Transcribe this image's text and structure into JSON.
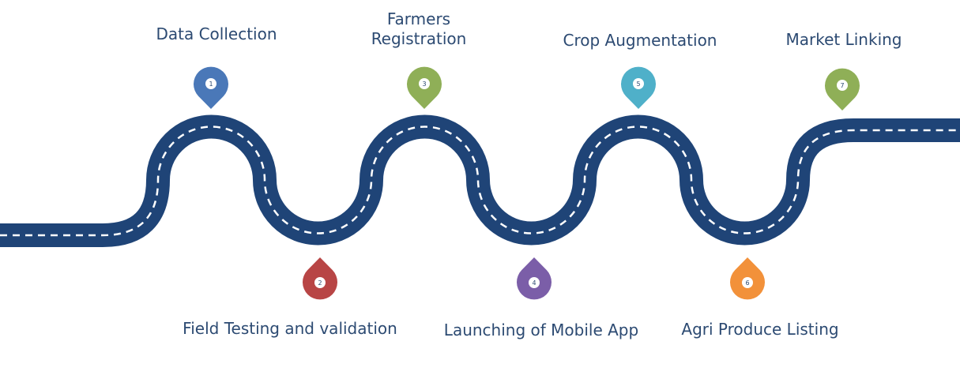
{
  "road": {
    "color": "#1f4477",
    "dash_color": "#ffffff"
  },
  "steps": [
    {
      "number": "1",
      "label_lines": [
        "Data Collection"
      ],
      "color": "#4a78b8"
    },
    {
      "number": "2",
      "label_lines": [
        "Field Testing and validation"
      ],
      "color": "#b84545"
    },
    {
      "number": "3",
      "label_lines": [
        "Farmers",
        "Registration"
      ],
      "color": "#8faf57"
    },
    {
      "number": "4",
      "label_lines": [
        "Launching of Mobile App"
      ],
      "color": "#7b5ea8"
    },
    {
      "number": "5",
      "label_lines": [
        "Crop Augmentation"
      ],
      "color": "#4fb0c9"
    },
    {
      "number": "6",
      "label_lines": [
        "Agri Produce Listing"
      ],
      "color": "#f2913a"
    },
    {
      "number": "7",
      "label_lines": [
        "Market Linking"
      ],
      "color": "#8faf57"
    }
  ]
}
